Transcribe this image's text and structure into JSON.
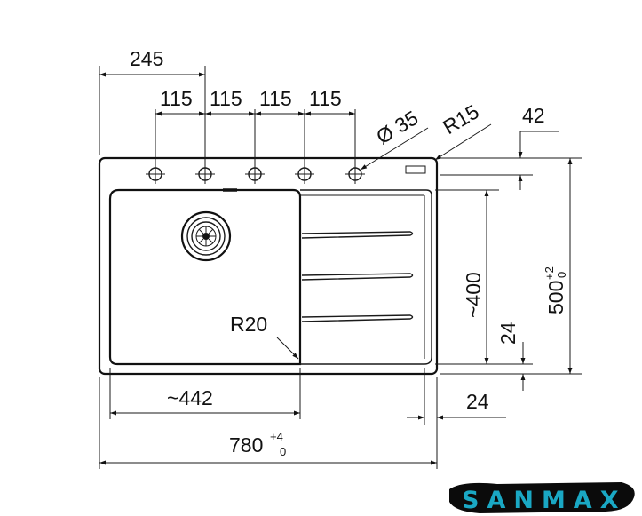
{
  "dimensions": {
    "top_offset": "245",
    "hole_spacing": [
      "115",
      "115",
      "115",
      "115"
    ],
    "hole_diameter": "Ø 35",
    "corner_radius_top": "R15",
    "right_top": "42",
    "depth_total": "500",
    "depth_tolerance_upper": "+2",
    "depth_tolerance_lower": "0",
    "bowl_depth": "~400",
    "right_gap": "24",
    "bottom_gap": "24",
    "bowl_radius": "R20",
    "bowl_width": "~442",
    "width_total": "780",
    "width_tolerance_upper": "+4",
    "width_tolerance_lower": "0"
  },
  "brand": {
    "name": "SANMAX",
    "color": "#1aa8c4"
  }
}
